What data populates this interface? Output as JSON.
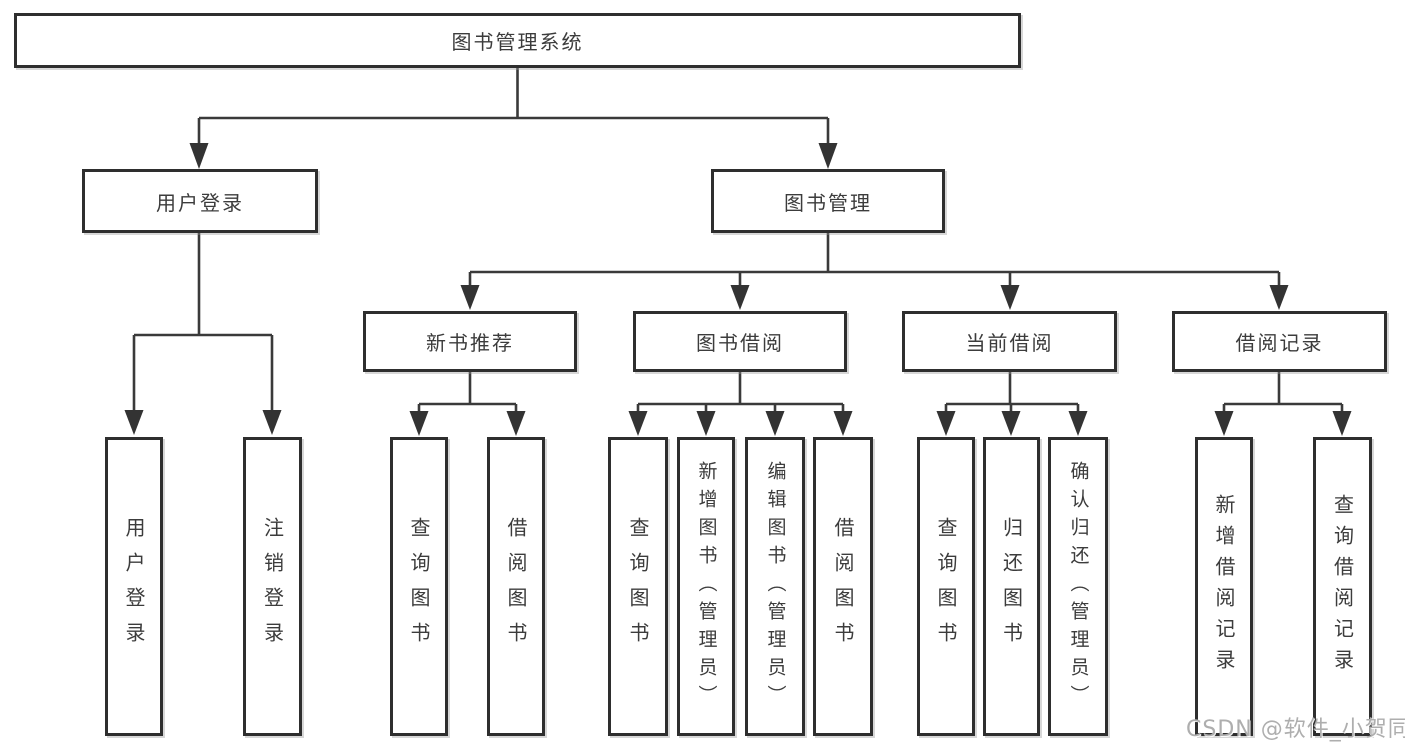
{
  "diagram": {
    "root": {
      "label": "图书管理系统"
    },
    "branches": [
      {
        "label": "用户登录"
      },
      {
        "label": "图书管理"
      }
    ],
    "modules": [
      {
        "label": "新书推荐"
      },
      {
        "label": "图书借阅"
      },
      {
        "label": "当前借阅"
      },
      {
        "label": "借阅记录"
      }
    ],
    "leaves": [
      {
        "label": "用户登录"
      },
      {
        "label": "注销登录"
      },
      {
        "label": "查询图书"
      },
      {
        "label": "借阅图书"
      },
      {
        "label": "查询图书"
      },
      {
        "label": "新增图书（管理员）"
      },
      {
        "label": "编辑图书（管理员）"
      },
      {
        "label": "借阅图书"
      },
      {
        "label": "查询图书"
      },
      {
        "label": "归还图书"
      },
      {
        "label": "确认归还（管理员）"
      },
      {
        "label": "新增借阅记录"
      },
      {
        "label": "查询借阅记录"
      }
    ]
  },
  "watermark": {
    "text": "CSDN @软件_小贺同学"
  },
  "colors": {
    "background": "#ffffff",
    "line": "#3a3a3a",
    "box_border": "#2e2e2e",
    "text": "#3c3c3c",
    "watermark_text": "#aeaeae"
  }
}
